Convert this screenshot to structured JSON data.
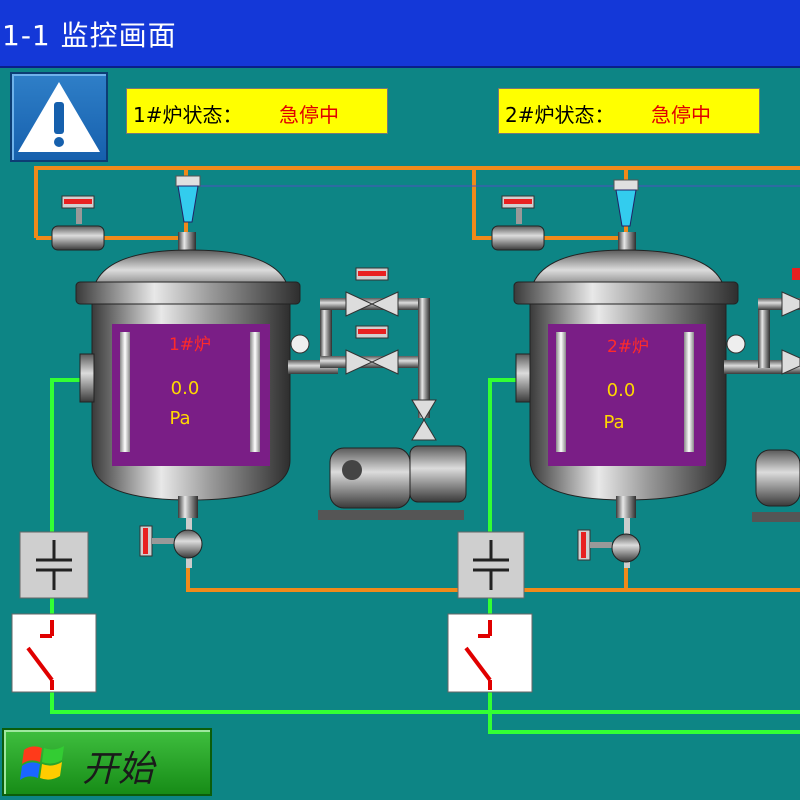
{
  "header": {
    "title": "1-1  监控画面"
  },
  "warning": {
    "icon": "warning-icon"
  },
  "furnaces": [
    {
      "status_label": "1#炉状态：",
      "status_value": "急停中",
      "name": "1#炉",
      "value": "0.0",
      "unit": "Pa"
    },
    {
      "status_label": "2#炉状态：",
      "status_value": "急停中",
      "name": "2#炉",
      "value": "0.0",
      "unit": "Pa"
    }
  ],
  "start_button": {
    "label": "开始",
    "icon": "windows-logo-icon"
  },
  "colors": {
    "background": "#0d8585",
    "titlebar": "#1438d8",
    "status_bg": "#ffff00",
    "status_value": "#e00000",
    "pipe_orange": "#f08a1a",
    "pipe_green": "#33ff33",
    "tank_inner": "#7a1e86",
    "start_green": "#2aa82a"
  }
}
